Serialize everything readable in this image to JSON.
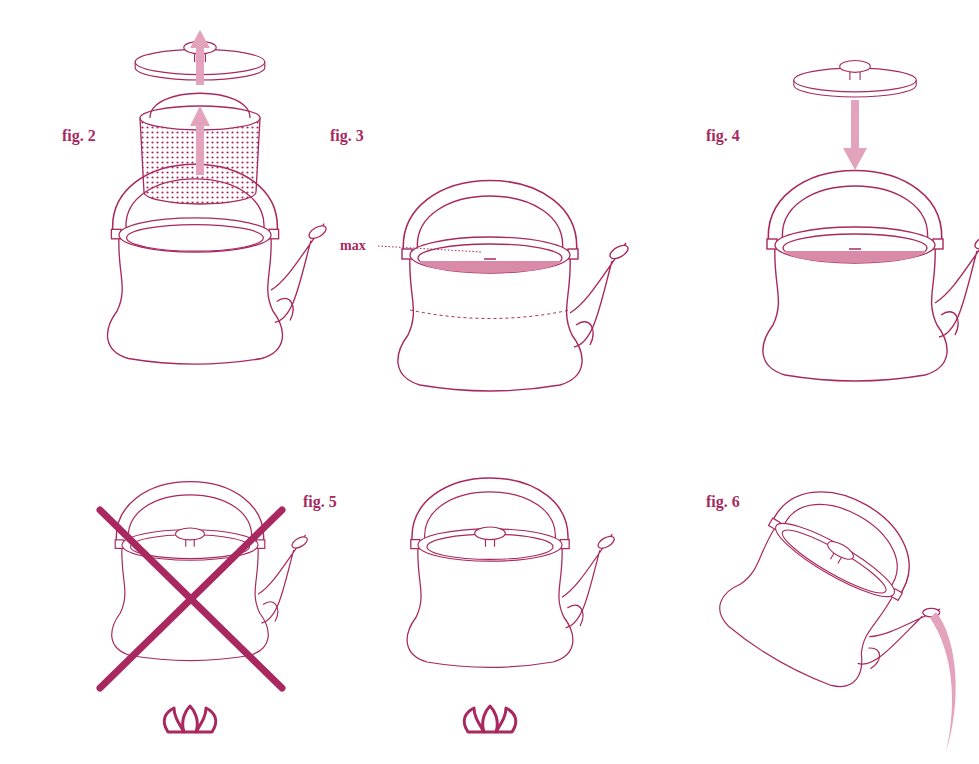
{
  "diagram": {
    "labels": [
      "fig. 2",
      "fig. 3",
      "max",
      "fig. 4",
      "fig. 5",
      "fig. 6"
    ]
  }
}
